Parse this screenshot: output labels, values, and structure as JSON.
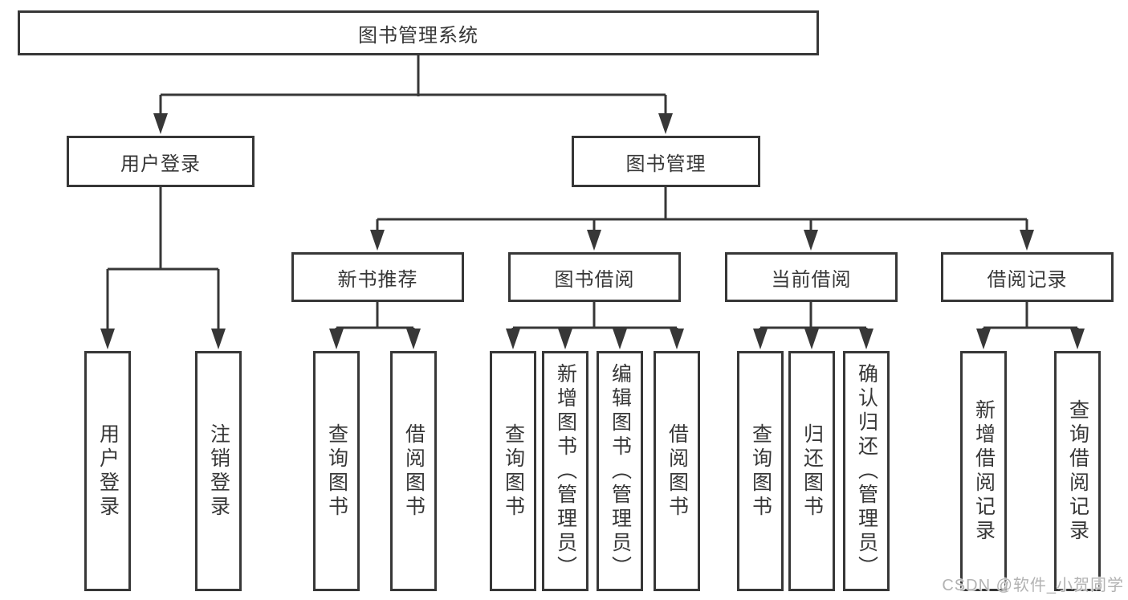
{
  "diagram_type": "hierarchy-tree",
  "tree": {
    "label": "图书管理系统",
    "children": [
      {
        "label": "用户登录",
        "children": [
          {
            "label": "用户登录"
          },
          {
            "label": "注销登录"
          }
        ]
      },
      {
        "label": "图书管理",
        "children": [
          {
            "label": "新书推荐",
            "children": [
              {
                "label": "查询图书"
              },
              {
                "label": "借阅图书"
              }
            ]
          },
          {
            "label": "图书借阅",
            "children": [
              {
                "label": "查询图书"
              },
              {
                "label": "新增图书（管理员）"
              },
              {
                "label": "编辑图书（管理员）"
              },
              {
                "label": "借阅图书"
              }
            ]
          },
          {
            "label": "当前借阅",
            "children": [
              {
                "label": "查询图书"
              },
              {
                "label": "归还图书"
              },
              {
                "label": "确认归还（管理员）"
              }
            ]
          },
          {
            "label": "借阅记录",
            "children": [
              {
                "label": "新增借阅记录"
              },
              {
                "label": "查询借阅记录"
              }
            ]
          }
        ]
      }
    ]
  },
  "watermark": {
    "text": "CSDN @软件_小贺同学"
  },
  "colors": {
    "line": "#373737",
    "box_border": "#373737",
    "text": "#373737",
    "background": "#ffffff",
    "watermark": "#b3b3b3"
  }
}
